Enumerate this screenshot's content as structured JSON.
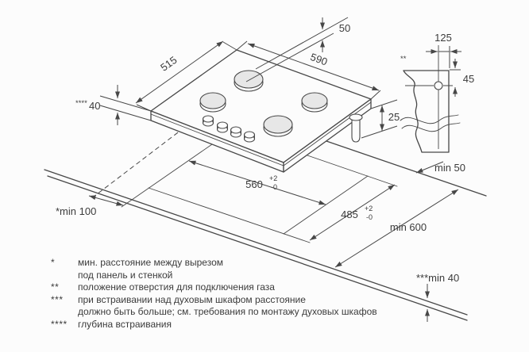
{
  "colors": {
    "line": "#474747",
    "text": "#3b3b3b",
    "burner": "#e7e7e7",
    "bg": "#fcfcfc"
  },
  "dims": {
    "d515": "515",
    "d590": "590",
    "d50": "50",
    "d40_marker": "****",
    "d40": "40",
    "d25": "25",
    "d125": "125",
    "d45": "45",
    "hole_marker": "**",
    "d560": "560",
    "d560_tol_plus": "+2",
    "d560_tol_minus": "-0",
    "d485": "485",
    "d485_tol_plus": "+2",
    "d485_tol_minus": "-0",
    "min50": "min 50",
    "min600": "min 600",
    "min100": "*min 100",
    "min40": "***min 40"
  },
  "footnotes": [
    {
      "marker": "*",
      "lines": [
        "мин. расстояние между вырезом",
        "под панель и стенкой"
      ]
    },
    {
      "marker": "**",
      "lines": [
        "положение отверстия для подключения газа"
      ]
    },
    {
      "marker": "***",
      "lines": [
        "при встраивании над духовым шкафом расстояние",
        "должно быть больше; см. требования по монтажу духовых шкафов"
      ]
    },
    {
      "marker": "****",
      "lines": [
        "глубина встраивания"
      ]
    }
  ]
}
